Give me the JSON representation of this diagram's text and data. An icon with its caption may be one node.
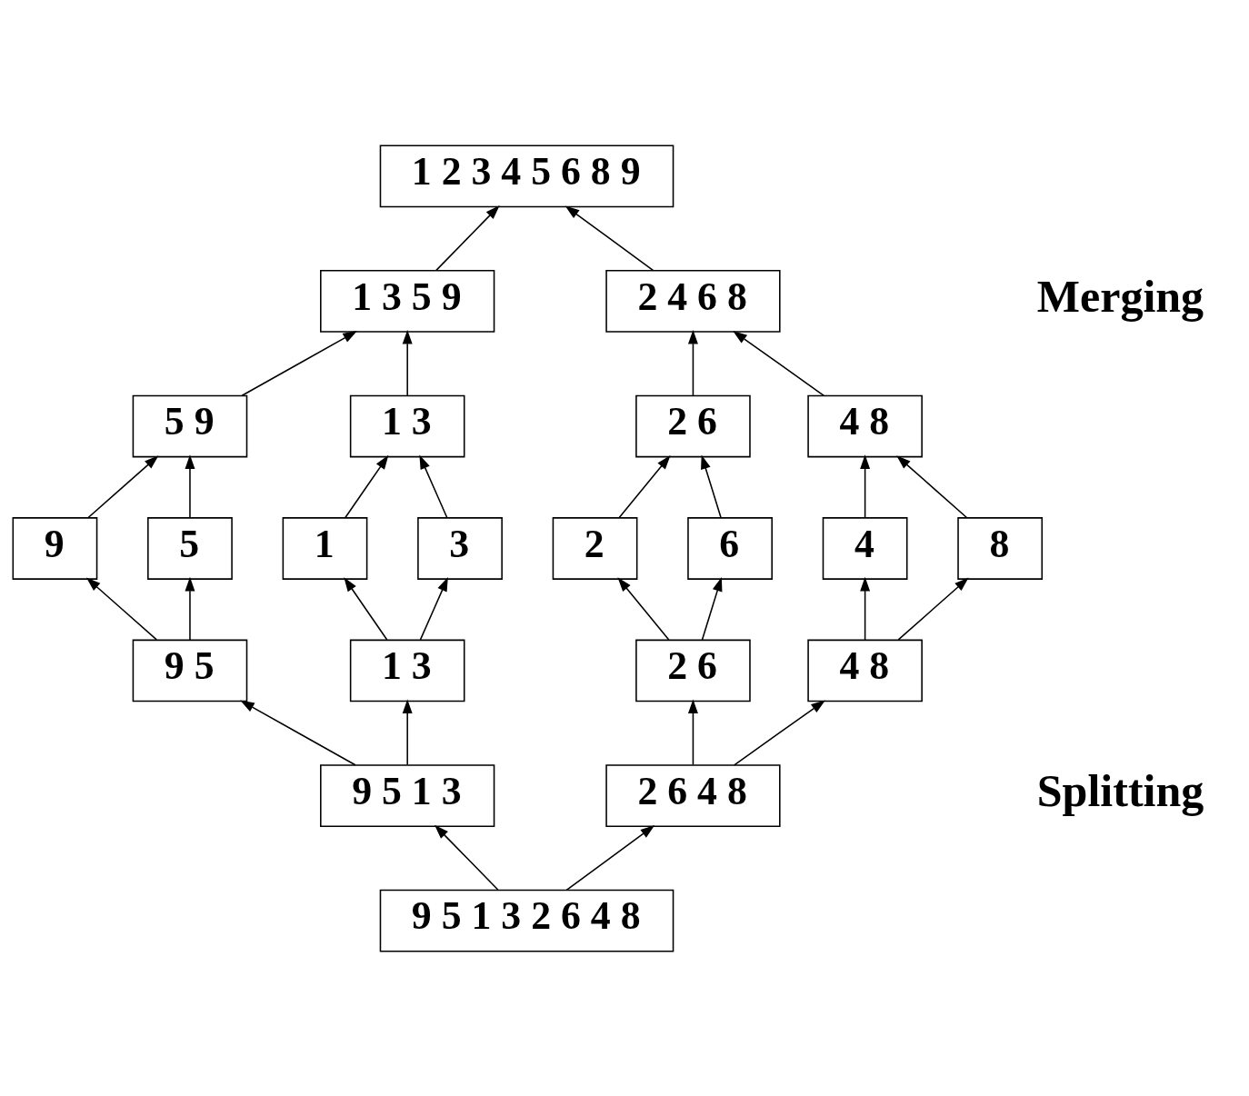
{
  "diagram": {
    "nodes": [
      {
        "text": [
          "1 2 3 4 5 6 8 9"
        ]
      },
      {
        "text": [
          "1 3 5 9"
        ]
      },
      {
        "text": [
          "2 4 6 8"
        ]
      },
      {
        "text": [
          "5 9"
        ]
      },
      {
        "text": [
          "1 3"
        ]
      },
      {
        "text": [
          "2 6"
        ]
      },
      {
        "text": [
          "4 8"
        ]
      },
      {
        "text": [
          "9"
        ]
      },
      {
        "text": [
          "5"
        ]
      },
      {
        "text": [
          "1"
        ]
      },
      {
        "text": [
          "3"
        ]
      },
      {
        "text": [
          "2"
        ]
      },
      {
        "text": [
          "6"
        ]
      },
      {
        "text": [
          "4"
        ]
      },
      {
        "text": [
          "8"
        ]
      },
      {
        "text": [
          "9 5"
        ]
      },
      {
        "text": [
          "1 3"
        ]
      },
      {
        "text": [
          "2 6"
        ]
      },
      {
        "text": [
          "4 8"
        ]
      },
      {
        "text": [
          "9 5 1 3"
        ]
      },
      {
        "text": [
          "2 6 4 8"
        ]
      },
      {
        "text": [
          "9 5 1 3 2 6 4 8"
        ]
      }
    ],
    "edges": [
      {
        "from": 21,
        "to": 19,
        "arrow": "to"
      },
      {
        "from": 21,
        "to": 20,
        "arrow": "to"
      },
      {
        "from": 19,
        "to": 15,
        "arrow": "to"
      },
      {
        "from": 19,
        "to": 16,
        "arrow": "to"
      },
      {
        "from": 20,
        "to": 17,
        "arrow": "to"
      },
      {
        "from": 20,
        "to": 18,
        "arrow": "to"
      },
      {
        "from": 15,
        "to": 7,
        "arrow": "to"
      },
      {
        "from": 15,
        "to": 8,
        "arrow": "to"
      },
      {
        "from": 16,
        "to": 9,
        "arrow": "to"
      },
      {
        "from": 16,
        "to": 10,
        "arrow": "to"
      },
      {
        "from": 17,
        "to": 11,
        "arrow": "to"
      },
      {
        "from": 17,
        "to": 12,
        "arrow": "to"
      },
      {
        "from": 18,
        "to": 13,
        "arrow": "to"
      },
      {
        "from": 18,
        "to": 14,
        "arrow": "to"
      },
      {
        "from": 7,
        "to": 3,
        "arrow": "to"
      },
      {
        "from": 8,
        "to": 3,
        "arrow": "to"
      },
      {
        "from": 9,
        "to": 4,
        "arrow": "to"
      },
      {
        "from": 10,
        "to": 4,
        "arrow": "to"
      },
      {
        "from": 11,
        "to": 5,
        "arrow": "to"
      },
      {
        "from": 12,
        "to": 5,
        "arrow": "to"
      },
      {
        "from": 13,
        "to": 6,
        "arrow": "to"
      },
      {
        "from": 14,
        "to": 6,
        "arrow": "to"
      },
      {
        "from": 3,
        "to": 1,
        "arrow": "to"
      },
      {
        "from": 4,
        "to": 1,
        "arrow": "to"
      },
      {
        "from": 5,
        "to": 2,
        "arrow": "to"
      },
      {
        "from": 6,
        "to": 2,
        "arrow": "to"
      },
      {
        "from": 1,
        "to": 0,
        "arrow": "to"
      },
      {
        "from": 2,
        "to": 0,
        "arrow": "to"
      }
    ],
    "labels": [
      "Merging",
      "Splitting"
    ]
  }
}
